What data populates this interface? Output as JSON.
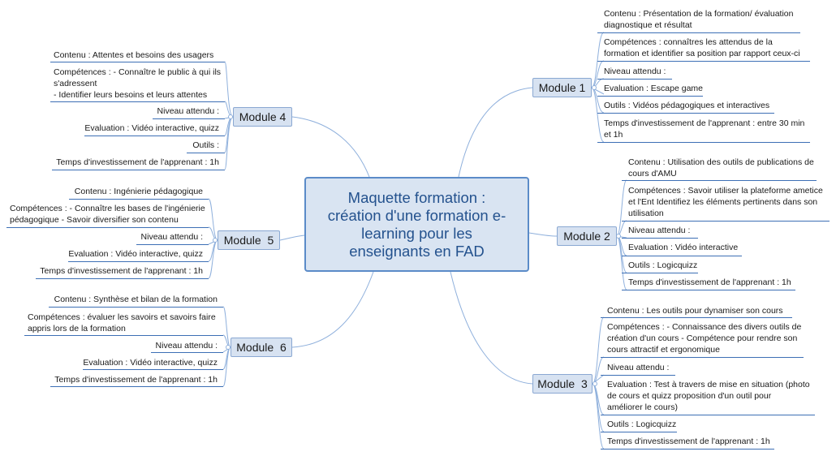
{
  "central": {
    "lines": [
      "Maquette formation :",
      "création d'une formation e-",
      "learning pour les",
      "enseignants en FAD"
    ]
  },
  "modules": {
    "m1": {
      "label": "Module 1",
      "items": [
        [
          "Contenu : Présentation de la formation/ évaluation",
          "diagnostique et résultat"
        ],
        [
          "Compétences : connaîtres les attendus de la",
          "formation et identifier sa position par rapport ceux-ci"
        ],
        [
          "Niveau attendu :"
        ],
        [
          "Evaluation : Escape game"
        ],
        [
          "Outils : Vidéos pédagogiques et interactives"
        ],
        [
          "Temps d'investissement de l'apprenant : entre 30 min",
          "et 1h"
        ]
      ]
    },
    "m2": {
      "label": "Module 2",
      "items": [
        [
          "Contenu : Utilisation des outils de publications de",
          "cours d'AMU"
        ],
        [
          "Compétences : Savoir utiliser la plateforme ametice",
          "et l'Ent Identifiez les éléments pertinents dans son",
          "utilisation"
        ],
        [
          "Niveau attendu :"
        ],
        [
          "Evaluation : Vidéo interactive"
        ],
        [
          "Outils : Logicquizz"
        ],
        [
          "Temps d'investissement de l'apprenant : 1h"
        ]
      ]
    },
    "m3": {
      "label": "Module  3",
      "items": [
        [
          "Contenu : Les outils pour dynamiser son cours"
        ],
        [
          "Compétences : - Connaissance des divers outils de",
          "création d'un cours - Compétence pour rendre son",
          "cours attractif et ergonomique"
        ],
        [
          "Niveau attendu :"
        ],
        [
          "Evaluation : Test à travers de mise en situation (photo",
          "de cours et quizz proposition d'un outil pour",
          "améliorer le cours)"
        ],
        [
          "Outils : Logicquizz"
        ],
        [
          "Temps d'investissement de l'apprenant : 1h"
        ]
      ]
    },
    "m4": {
      "label": "Module 4",
      "items": [
        [
          "Contenu : Attentes et besoins des usagers"
        ],
        [
          "Compétences : - Connaître le public à qui ils",
          "s'adressent",
          "- Identifier leurs besoins et leurs attentes"
        ],
        [
          "Niveau attendu :"
        ],
        [
          "Evaluation : Vidéo interactive, quizz"
        ],
        [
          "Outils :"
        ],
        [
          "Temps d'investissement de l'apprenant : 1h"
        ]
      ]
    },
    "m5": {
      "label": "Module  5",
      "items": [
        [
          "Contenu : Ingénierie pédagogique"
        ],
        [
          "Compétences : - Connaître les bases de l'ingénierie",
          "pédagogique - Savoir diversifier son contenu"
        ],
        [
          "Niveau attendu :"
        ],
        [
          "Evaluation : Vidéo interactive, quizz"
        ],
        [
          "Temps d'investissement de l'apprenant : 1h"
        ]
      ]
    },
    "m6": {
      "label": "Module  6",
      "items": [
        [
          "Contenu : Synthèse et bilan de la formation"
        ],
        [
          "Compétences :  évaluer les savoirs et savoirs faire",
          "appris lors de la formation"
        ],
        [
          "Niveau attendu :"
        ],
        [
          "Evaluation : Vidéo interactive, quizz"
        ],
        [
          "Temps d'investissement de l'apprenant : 1h"
        ]
      ]
    }
  }
}
